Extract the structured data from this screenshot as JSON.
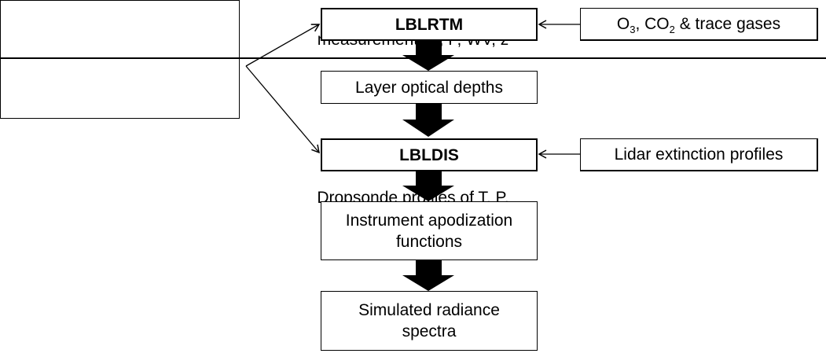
{
  "diagram": {
    "inputs_left": {
      "aircraft": "Aircraft onboard measurements T, P, WV, z",
      "dropsonde": "Dropsonde profiles of T, P, WV, z"
    },
    "pipeline": [
      {
        "id": "lblrtm",
        "label": "LBLRTM",
        "bold": true
      },
      {
        "id": "optical",
        "label": "Layer optical depths",
        "bold": false
      },
      {
        "id": "lbldis",
        "label": "LBLDIS",
        "bold": true
      },
      {
        "id": "apodization",
        "label": "Instrument apodization functions",
        "bold": false
      },
      {
        "id": "radiance",
        "label": "Simulated radiance spectra",
        "bold": false
      }
    ],
    "inputs_right": {
      "gases_parts": [
        "O",
        "3",
        ", CO",
        "2",
        " & trace gases"
      ],
      "gases": "O3, CO2 & trace gases",
      "lidar": "Lidar extinction profiles"
    },
    "edges": [
      {
        "from": "left-inputs",
        "to": "LBLRTM"
      },
      {
        "from": "left-inputs",
        "to": "LBLDIS"
      },
      {
        "from": "O3, CO2 & trace gases",
        "to": "LBLRTM"
      },
      {
        "from": "Lidar extinction profiles",
        "to": "LBLDIS"
      },
      {
        "from": "LBLRTM",
        "to": "Layer optical depths"
      },
      {
        "from": "Layer optical depths",
        "to": "LBLDIS"
      },
      {
        "from": "LBLDIS",
        "to": "Instrument apodization functions"
      },
      {
        "from": "Instrument apodization functions",
        "to": "Simulated radiance spectra"
      }
    ]
  }
}
